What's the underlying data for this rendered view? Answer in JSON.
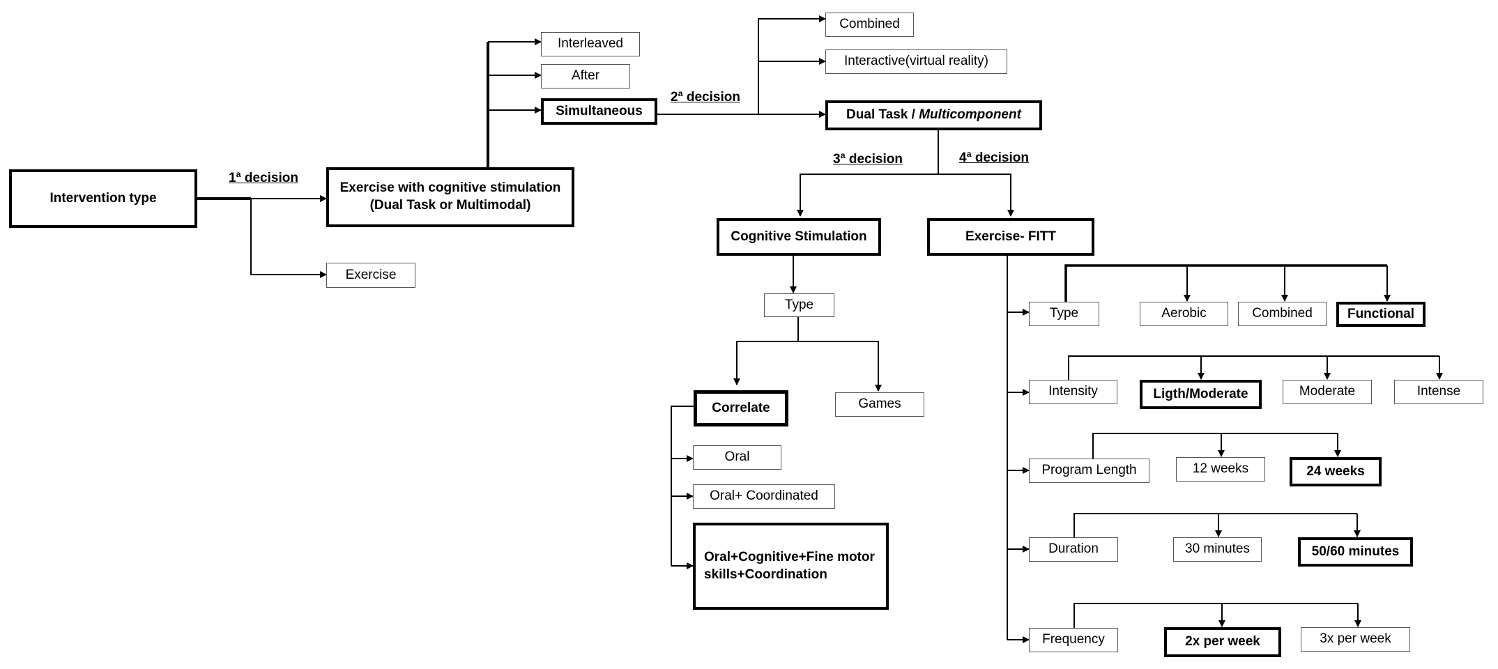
{
  "root": "Intervention type",
  "decisions": {
    "d1": "1ª decision",
    "d2": "2ª decision",
    "d3": "3ª decision",
    "d4": "4ª decision"
  },
  "intervention_options": {
    "cognitive": "Exercise with cognitive stimulation\n(Dual Task or Multimodal)",
    "exercise": "Exercise"
  },
  "timing": {
    "interleaved": "Interleaved",
    "after": "After",
    "simultaneous": "Simultaneous"
  },
  "task_type": {
    "combined": "Combined",
    "interactive": "Interactive(virtual reality)",
    "dual": "Dual Task / ",
    "dual_italic": "Multicomponent"
  },
  "cognitive": {
    "title": "Cognitive Stimulation",
    "type": "Type",
    "correlate": "Correlate",
    "games": "Games",
    "oral": "Oral",
    "oral_coord": "Oral+ Coordinated",
    "oral_full": "Oral+Cognitive+Fine motor\nskills+Coordination"
  },
  "fitt": {
    "title": "Exercise- FITT",
    "type": {
      "label": "Type",
      "options": [
        "Aerobic",
        "Combined",
        "Functional"
      ]
    },
    "intensity": {
      "label": "Intensity",
      "options": [
        "Ligth/Moderate",
        "Moderate",
        "Intense"
      ]
    },
    "length": {
      "label": "Program Length",
      "options": [
        "12  weeks",
        "24  weeks"
      ]
    },
    "duration": {
      "label": "Duration",
      "options": [
        "30 minutes",
        "50/60 minutes"
      ]
    },
    "frequency": {
      "label": "Frequency",
      "options": [
        "2x per week",
        "3x per week"
      ]
    }
  }
}
